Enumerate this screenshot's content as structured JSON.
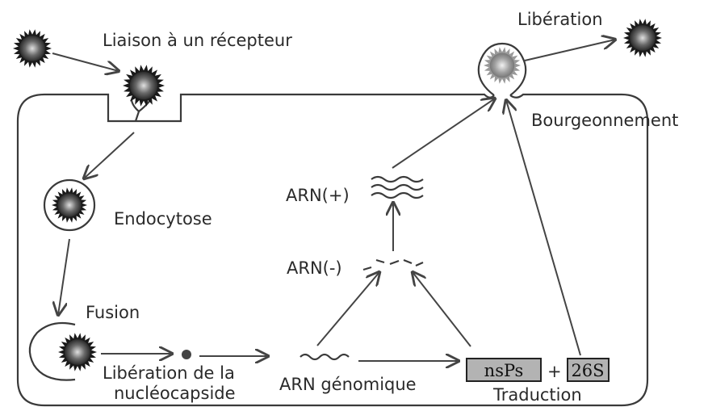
{
  "labels": {
    "binding": "Liaison à un récepteur",
    "release": "Libération",
    "budding": "Bourgeonnement",
    "endocytosis": "Endocytose",
    "rna_plus": "ARN(+)",
    "rna_minus": "ARN(-)",
    "fusion": "Fusion",
    "nucleocapsid_release_line1": "Libération de la",
    "nucleocapsid_release_line2": "nucléocapside",
    "genomic_rna": "ARN génomique",
    "plus_sign": "+",
    "translation": "Traduction"
  },
  "boxes": {
    "nsps": "nsPs",
    "s26": "26S"
  },
  "colors": {
    "box_fill": "#b3b3b3",
    "virus_core": "#5a5a5a",
    "virus_spikes": "#1a1a1a"
  }
}
